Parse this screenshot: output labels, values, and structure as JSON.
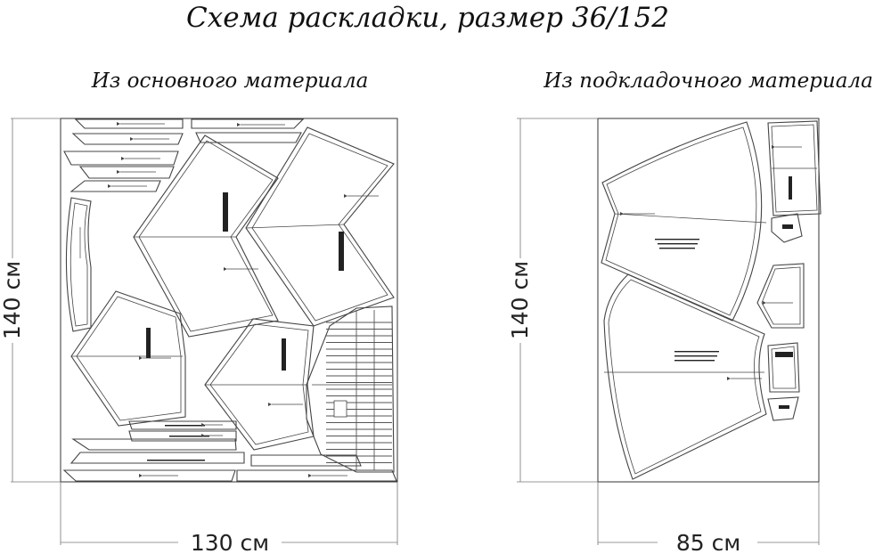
{
  "title": "Схема раскладки, размер 36/152",
  "layouts": [
    {
      "subtitle": "Из основного материала",
      "width_label": "130 см",
      "height_label": "140 см"
    },
    {
      "subtitle": "Из подкладочного материала",
      "width_label": "85 см",
      "height_label": "140 см"
    }
  ]
}
